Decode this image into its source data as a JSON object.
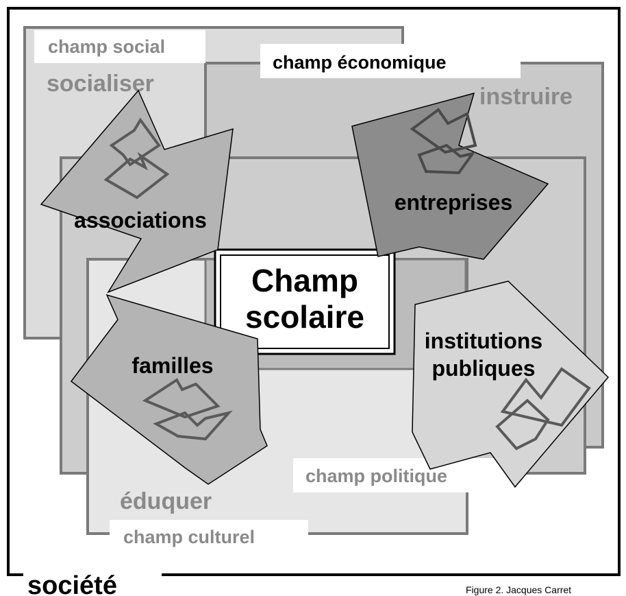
{
  "society_label": "société",
  "fields": {
    "social": {
      "title": "champ social",
      "verb": "socialiser"
    },
    "economic": {
      "title": "champ économique",
      "verb": "instruire"
    },
    "political": {
      "title": "champ politique"
    },
    "cultural": {
      "title": "champ culturel",
      "verb": "éduquer"
    }
  },
  "center": {
    "line1": "Champ",
    "line2": "scolaire"
  },
  "actors": {
    "associations": "associations",
    "entreprises": "entreprises",
    "familles": "familles",
    "institutions_line1": "institutions",
    "institutions_line2": "publiques"
  },
  "credit": "Figure 2. Jacques Carret",
  "colors": {
    "frame": "#000000",
    "box_border": "#7a7a7a",
    "social_fill": "#dcdcdc",
    "economic_fill": "#c9c9c9",
    "political_fill": "#cdcdcd",
    "cultural_fill": "#e6e6e6",
    "arrow_gray": "#b4b4b4",
    "arrow_dark": "#8c8c8c",
    "arrow_light": "#d6d6d6",
    "label_gray": "#8a8a8a"
  }
}
